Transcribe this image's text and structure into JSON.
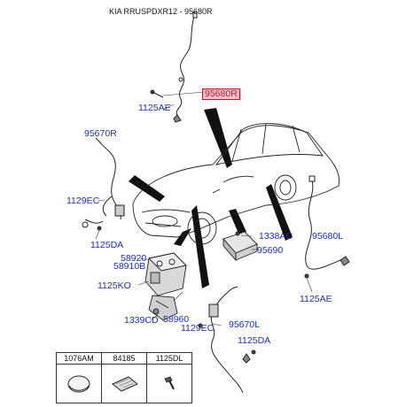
{
  "title": "KIA RRUSPDXR12 - 95680R",
  "callouts": {
    "c95680r_top": "95680R",
    "c1125ae_top": "1125AE",
    "c95670r": "95670R",
    "c1129ec_left": "1129EC",
    "c1125da_left": "1125DA",
    "c58920": "58920",
    "c58910b": "58910B",
    "c1125ko": "1125KO",
    "c1339cd": "1339CD",
    "c58960": "58960",
    "c1338ac": "1338AC",
    "c95690": "95690",
    "c95680l": "95680L",
    "c1125ae_right": "1125AE",
    "c95670l": "95670L",
    "c1129ec_bottom": "1129EC",
    "c1125da_bottom": "1125DA"
  },
  "legend": {
    "headers": [
      "1076AM",
      "84185",
      "1125DL"
    ],
    "icons": [
      "grommet-icon",
      "pad-icon",
      "bolt-icon"
    ]
  },
  "colors": {
    "callout_text": "#1a2fb0",
    "highlight_border": "#c0152a",
    "highlight_fill": "#f7c2cc"
  }
}
